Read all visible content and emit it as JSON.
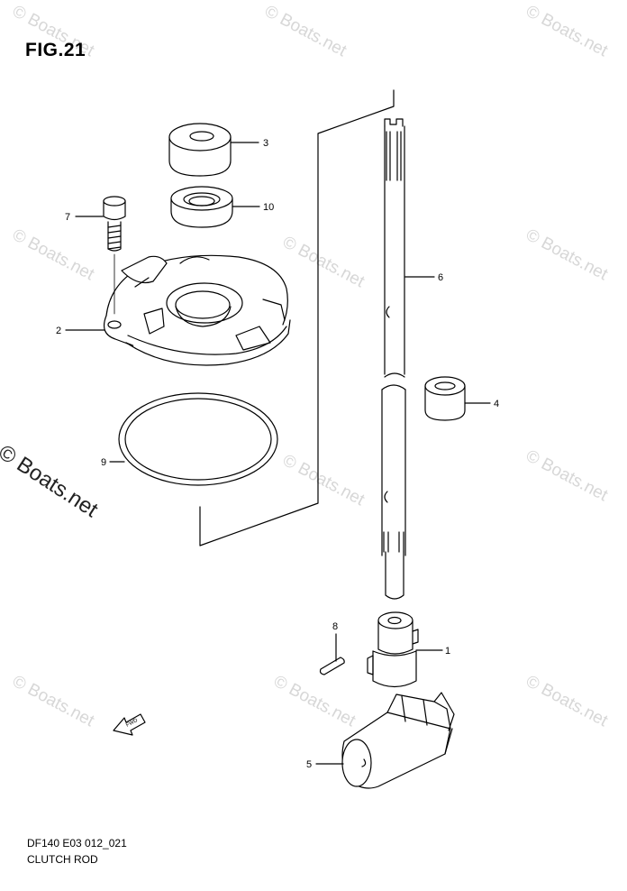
{
  "figure": {
    "title": "FIG.21",
    "code": "DF140 E03 012_021",
    "name": "CLUTCH ROD"
  },
  "watermark": "© Boats.net",
  "direction_marker": "FWD",
  "callouts": {
    "part_1": "1",
    "part_2": "2",
    "part_3": "3",
    "part_4": "4",
    "part_5": "5",
    "part_6": "6",
    "part_7": "7",
    "part_8": "8",
    "part_9": "9",
    "part_10": "10"
  },
  "colors": {
    "line": "#000000",
    "watermark_light": "#d7d7d7",
    "watermark_dark": "#222222"
  }
}
